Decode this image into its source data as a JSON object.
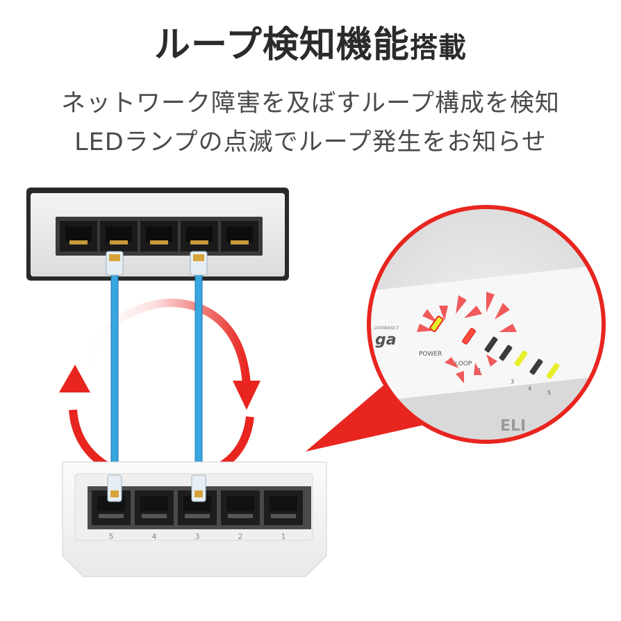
{
  "heading": {
    "main": "ループ検知機能",
    "suffix": "搭載"
  },
  "description": {
    "line1": "ネットワーク障害を及ぼすループ構成を検知",
    "line2": "LEDランプの点滅でループ発生をお知らせ"
  },
  "switch_ports": {
    "labels": [
      "5",
      "4",
      "3",
      "2",
      "1"
    ]
  },
  "zoom_panel": {
    "brand_text": "ga",
    "model_text": "1000BASE-T",
    "power_label": "POWER",
    "loop_label": "LOOP",
    "port_numbers": [
      "1",
      "3",
      "4",
      "5"
    ],
    "corner_text": "ELI"
  },
  "colors": {
    "loop_arrow": "#e8251f",
    "cable": "#3aa6e0",
    "led_green_yellow": "#e6ef2a",
    "led_red": "#ff4b3c"
  }
}
